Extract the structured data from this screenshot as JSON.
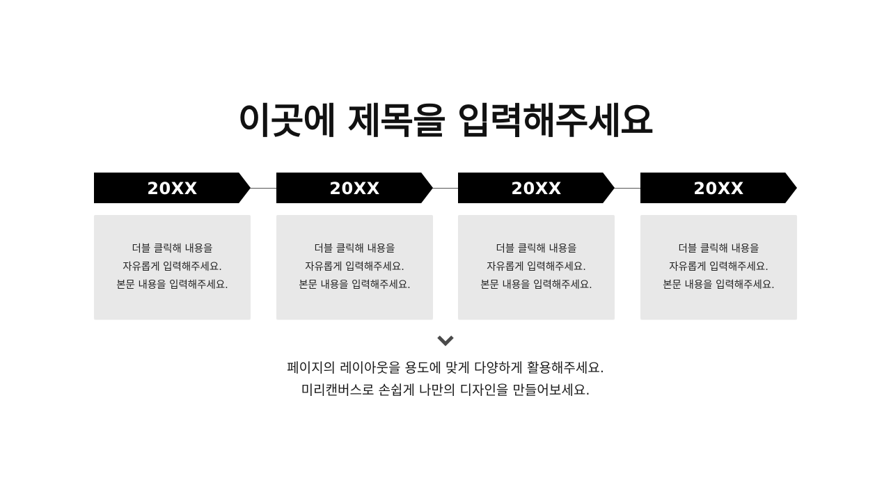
{
  "title": "이곳에 제목을 입력해주세요",
  "steps": [
    {
      "year": "20XX",
      "lines": [
        "더블 클릭해 내용을",
        "자유롭게 입력해주세요.",
        "본문 내용을 입력해주세요."
      ]
    },
    {
      "year": "20XX",
      "lines": [
        "더블 클릭해 내용을",
        "자유롭게 입력해주세요.",
        "본문 내용을 입력해주세요."
      ]
    },
    {
      "year": "20XX",
      "lines": [
        "더블 클릭해 내용을",
        "자유롭게 입력해주세요.",
        "본문 내용을 입력해주세요."
      ]
    },
    {
      "year": "20XX",
      "lines": [
        "더블 클릭해 내용을",
        "자유롭게 입력해주세요.",
        "본문 내용을 입력해주세요."
      ]
    }
  ],
  "footer": {
    "line1": "페이지의 레이아웃을 용도에 맞게 다양하게 활용해주세요.",
    "line2": "미리캔버스로 손쉽게 나만의 디자인을 만들어보세요."
  },
  "icons": {
    "down": "chevron-down-icon"
  },
  "colors": {
    "arrow_fill": "#000000",
    "card_fill": "#e8e8e8",
    "text": "#111111",
    "connector": "#555555"
  }
}
